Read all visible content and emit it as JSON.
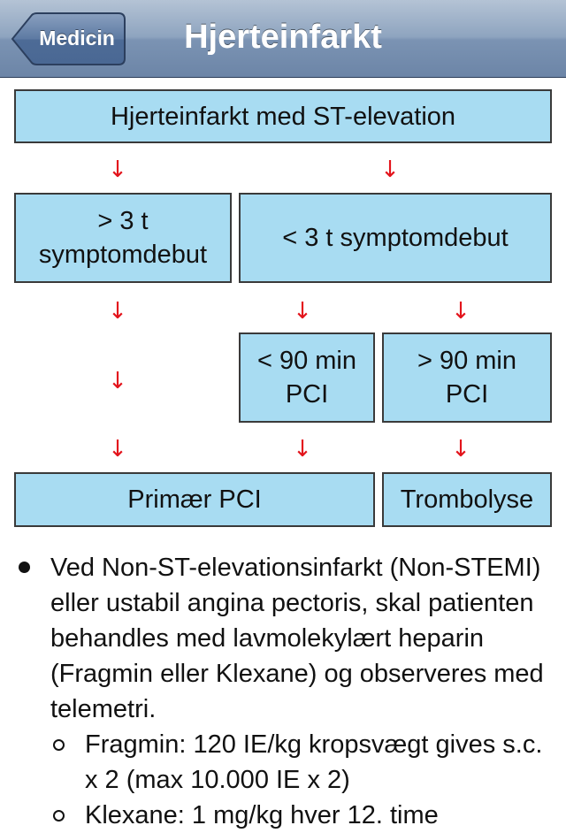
{
  "nav": {
    "back_label": "Medicin",
    "title": "Hjerteinfarkt"
  },
  "flow": {
    "top": "Hjerteinfarkt med ST-elevation",
    "late_line1": "> 3 t",
    "late_line2": "symptomdebut",
    "early": "< 3 t symptomdebut",
    "pci_under_line1": "< 90 min",
    "pci_under_line2": "PCI",
    "pci_over_line1": "> 90 min",
    "pci_over_line2": "PCI",
    "primary_pci": "Primær PCI",
    "thrombolysis": "Trombolyse",
    "arrow_glyph": "↓"
  },
  "bullets": {
    "main": "Ved Non-ST-elevationsinfarkt (Non-STEMI) eller ustabil angina pectoris, skal patienten behandles med lavmolekylært heparin (Fragmin eller Klexane) og observeres med telemetri.",
    "sub": [
      "Fragmin: 120 IE/kg kropsvægt gives s.c. x 2 (max 10.000 IE x 2)",
      "Klexane: 1 mg/kg hver 12. time"
    ]
  },
  "colors": {
    "box_fill": "#a8dcf2",
    "arrow": "#e3141c",
    "nav_bar": "#7b93b3"
  }
}
